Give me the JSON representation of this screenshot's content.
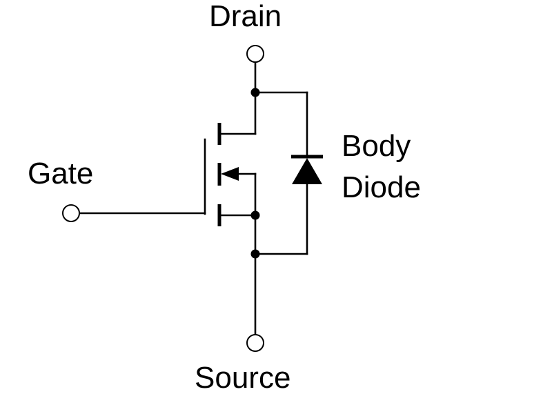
{
  "labels": {
    "drain": "Drain",
    "gate": "Gate",
    "source": "Source",
    "body_line1": "Body",
    "body_line2": "Diode"
  },
  "colors": {
    "line": "#000000",
    "background": "#ffffff"
  }
}
